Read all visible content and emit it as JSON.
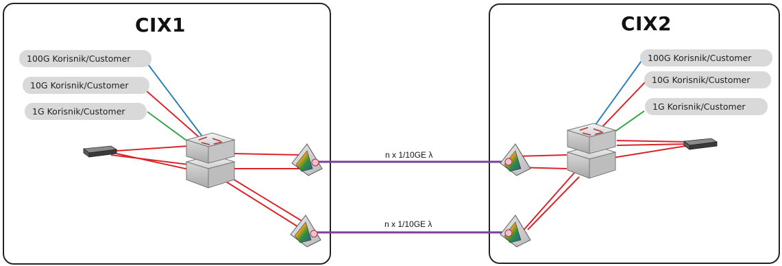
{
  "sites": [
    {
      "title": "CIX1",
      "customers": [
        "100G Korisnik/Customer",
        "10G Korisnik/Customer",
        "1G Korisnik/Customer"
      ]
    },
    {
      "title": "CIX2",
      "customers": [
        "100G Korisnik/Customer",
        "10G Korisnik/Customer",
        "1G Korisnik/Customer"
      ]
    }
  ],
  "links": [
    {
      "label": "n x 1/10GE λ"
    },
    {
      "label": "n x 1/10GE λ"
    }
  ],
  "colors": {
    "link_100g": "#2f7fb5",
    "link_10g": "#d9242a",
    "link_1g": "#3aa24a",
    "wdm_link": "#7a3e9e",
    "box_border": "#222222",
    "pill_bg": "#d9d9d9"
  }
}
